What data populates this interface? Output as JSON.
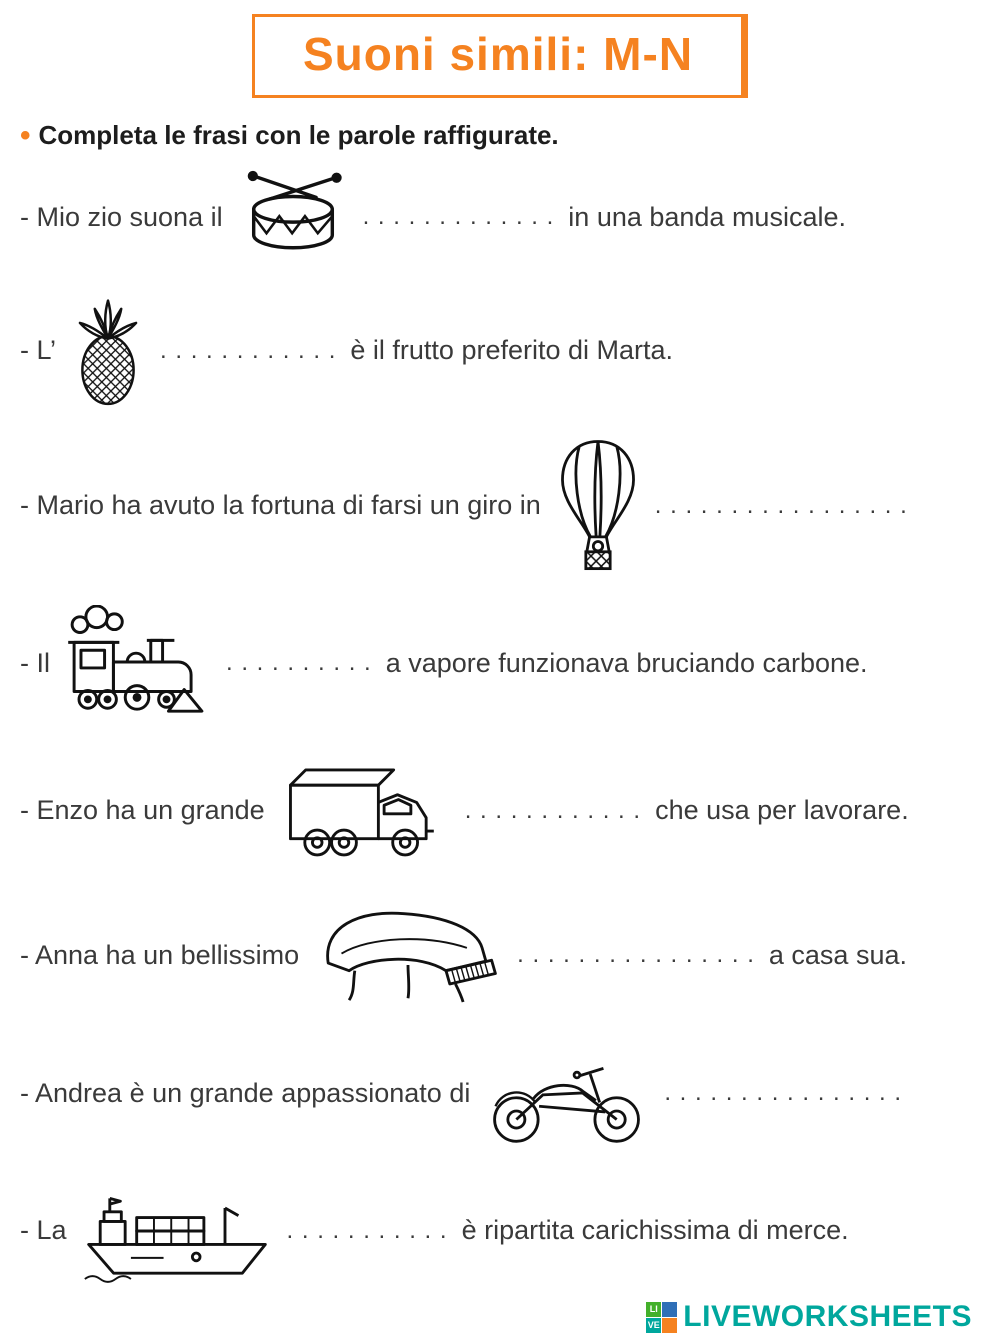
{
  "title": "Suoni simili: M-N",
  "bullet": "•",
  "instruction": "Completa le frasi con le parole raffigurate.",
  "colors": {
    "accent": "#F58220",
    "text": "#303030",
    "logo_teal": "#00A79D",
    "logo_green": "#43B02A",
    "logo_blue": "#2F6FB7",
    "logo_orange": "#F58220"
  },
  "icons": [
    "drum",
    "pineapple",
    "hot-air-balloon",
    "steam-locomotive",
    "truck",
    "grand-piano",
    "motorcycle",
    "cargo-ship"
  ],
  "rows": [
    {
      "pre": "- Mio zio suona il",
      "icon": "drum",
      "blank": ". . . . . . . . . . . . .",
      "post": "in una banda musicale."
    },
    {
      "pre": "- L’",
      "icon": "pineapple",
      "blank": ". . . . . . . . . . . .",
      "post": "è il frutto preferito di Marta."
    },
    {
      "pre": "- Mario ha avuto la fortuna di farsi un giro in",
      "icon": "hot-air-balloon",
      "blank": ". . . . . . . . . . . . . . . . .",
      "post": ""
    },
    {
      "pre": "- Il",
      "icon": "steam-locomotive",
      "blank": ". . . . . . . . . .",
      "post": "a vapore funzionava bruciando carbone."
    },
    {
      "pre": "- Enzo ha un grande",
      "icon": "truck",
      "blank": ". . . . . . . . . . . .",
      "post": "che usa per lavorare."
    },
    {
      "pre": "- Anna ha un bellissimo",
      "icon": "grand-piano",
      "blank": ". . . . . . . . . . . . . . . .",
      "post": "a casa sua."
    },
    {
      "pre": "- Andrea è un grande appassionato di",
      "icon": "motorcycle",
      "blank": ". . . . . . . . . . . . . . . .",
      "post": ""
    },
    {
      "pre": "- La",
      "icon": "cargo-ship",
      "blank": ". . . . . . . . . . .",
      "post": "è ripartita carichissima di merce."
    }
  ],
  "footer": {
    "logo_text": "LIVEWORKSHEETS",
    "logo_cells": [
      "LI",
      "VE"
    ]
  }
}
